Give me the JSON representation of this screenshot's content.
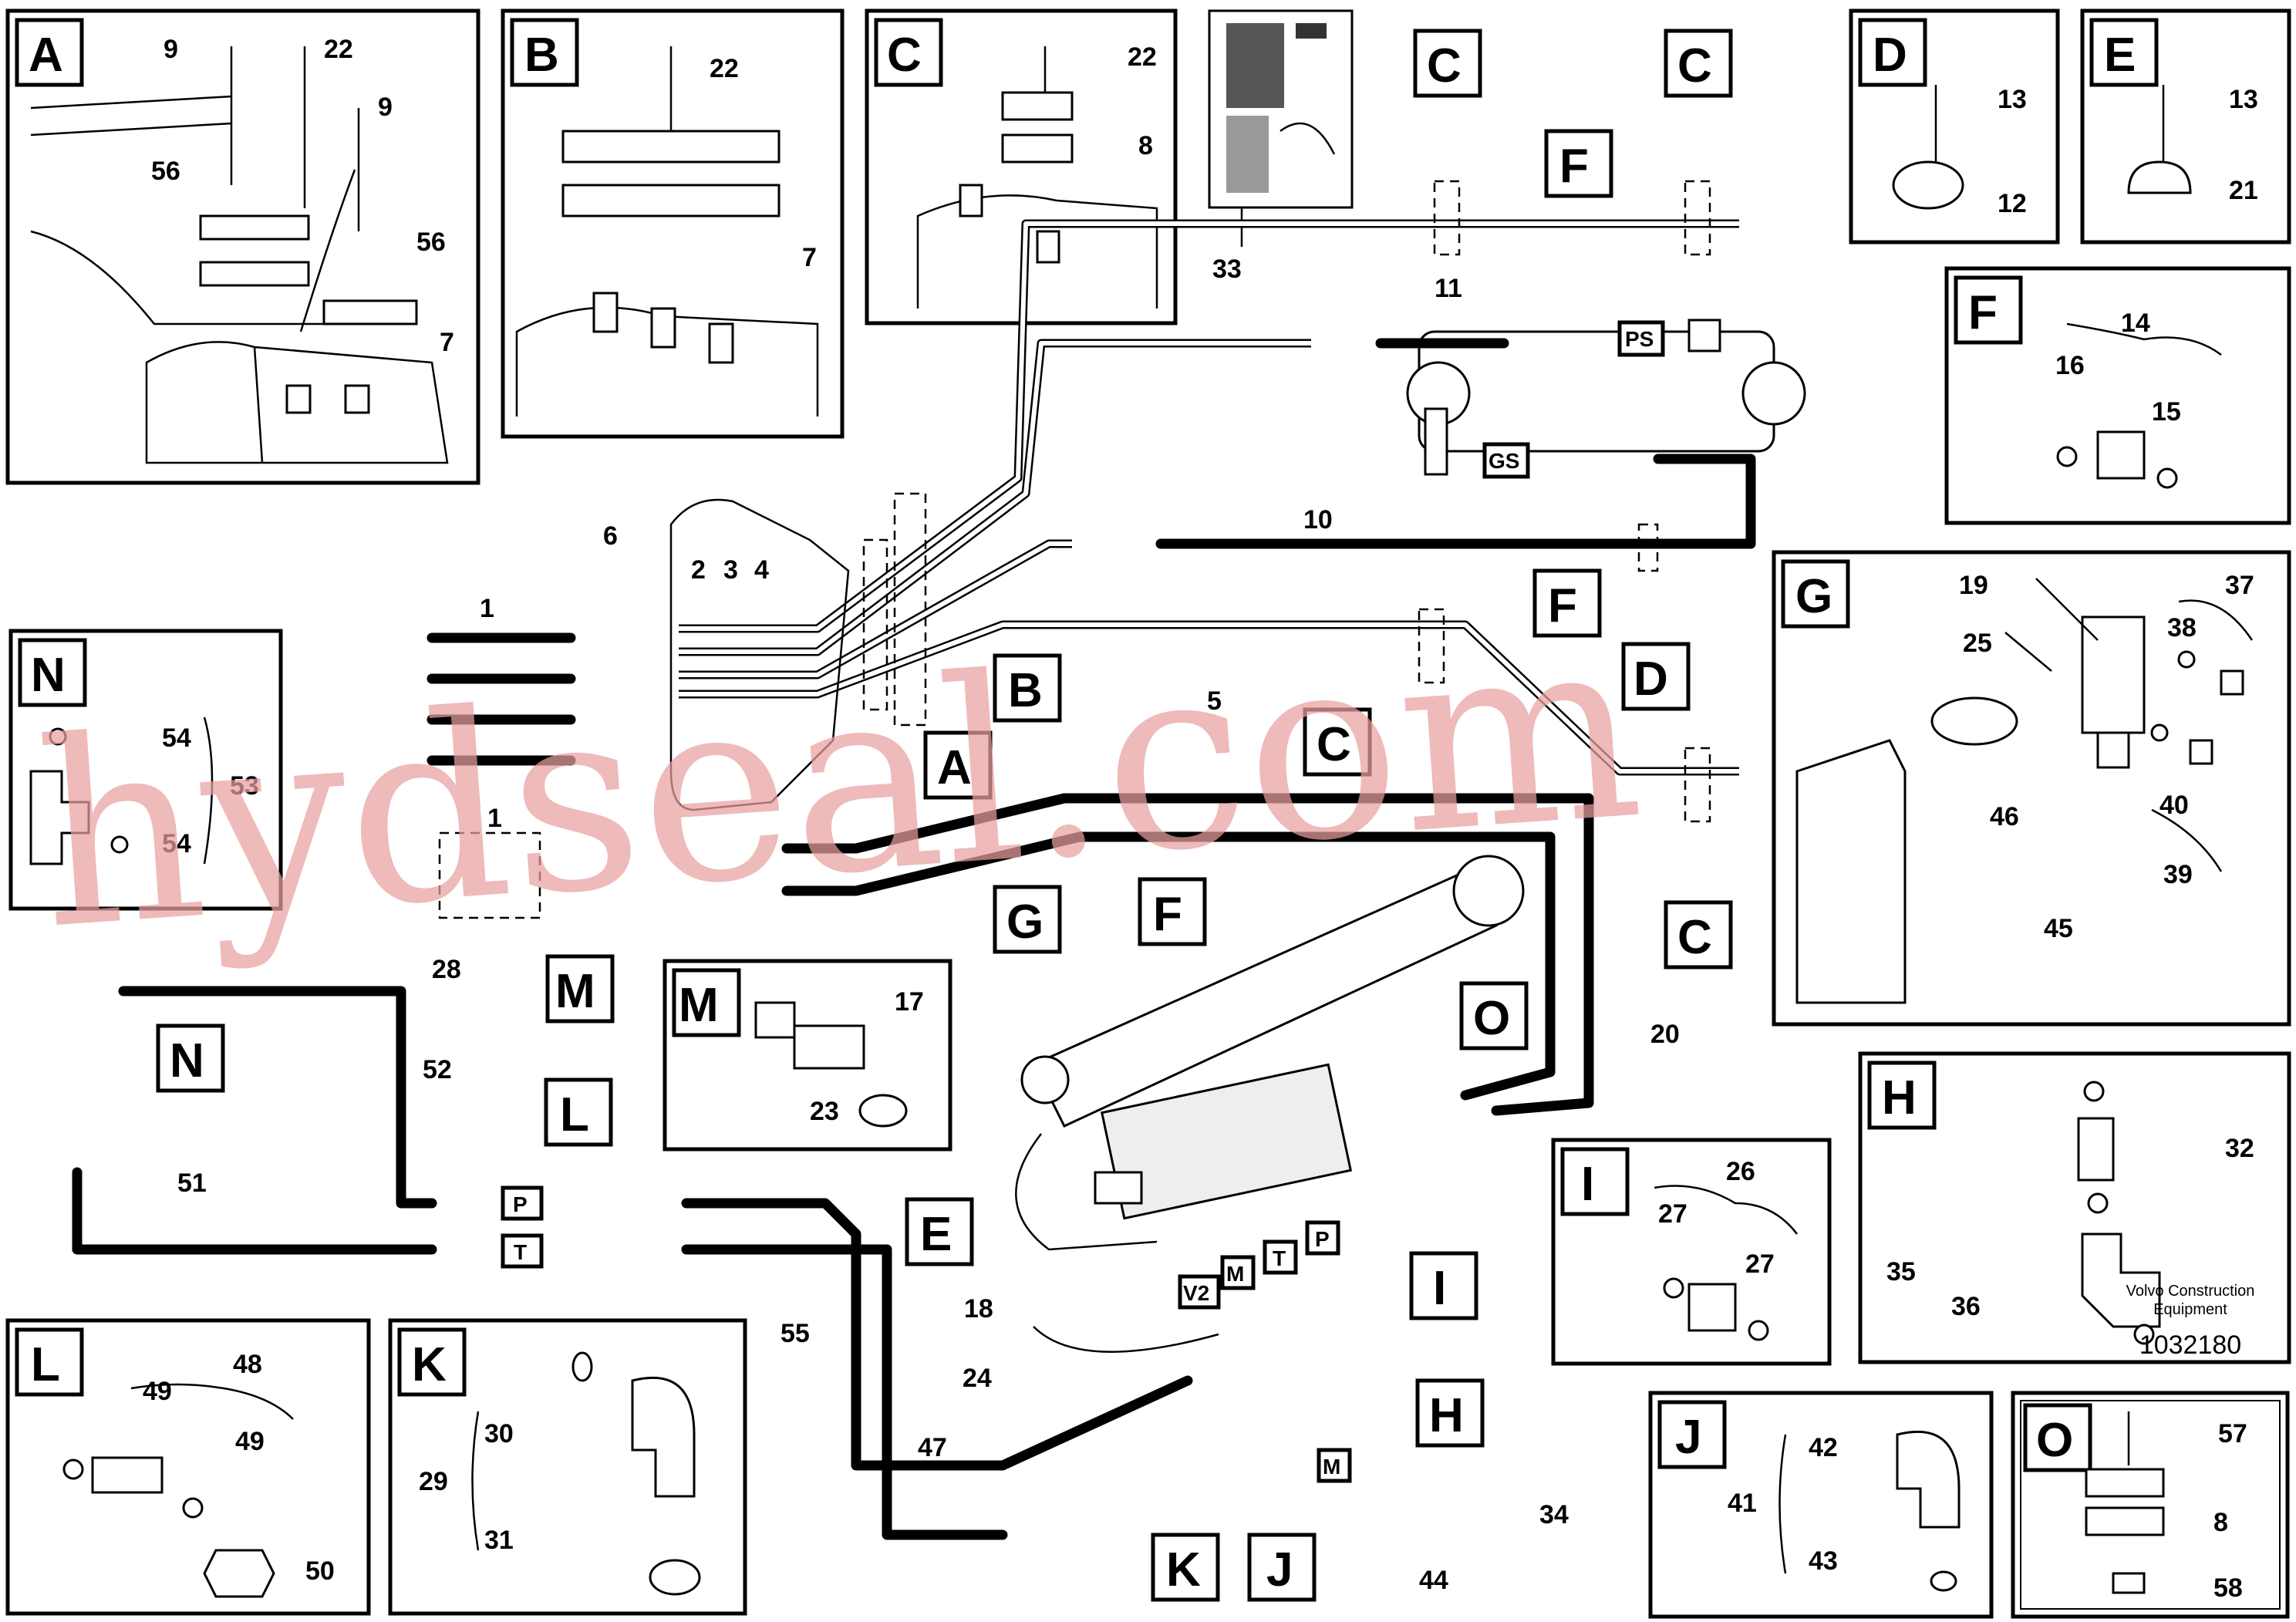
{
  "callouts": {
    "A": "A",
    "B": "B",
    "C": "C",
    "D": "D",
    "E": "E",
    "F": "F",
    "G": "G",
    "H": "H",
    "I": "I",
    "J": "J",
    "K": "K",
    "L": "L",
    "M": "M",
    "N": "N",
    "O": "O"
  },
  "tags": {
    "ps": "PS",
    "gs": "GS",
    "p": "P",
    "t": "T",
    "v2": "V2",
    "m": "M"
  },
  "parts": {
    "p1": "1",
    "p2": "2",
    "p3": "3",
    "p4": "4",
    "p5": "5",
    "p6": "6",
    "p7": "7",
    "p8": "8",
    "p9": "9",
    "p10": "10",
    "p11": "11",
    "p12": "12",
    "p13": "13",
    "p14": "14",
    "p15": "15",
    "p16": "16",
    "p17": "17",
    "p18": "18",
    "p19": "19",
    "p20": "20",
    "p21": "21",
    "p22": "22",
    "p23": "23",
    "p24": "24",
    "p25": "25",
    "p26": "26",
    "p27": "27",
    "p28": "28",
    "p29": "29",
    "p30": "30",
    "p31": "31",
    "p32": "32",
    "p33": "33",
    "p34": "34",
    "p35": "35",
    "p36": "36",
    "p37": "37",
    "p38": "38",
    "p39": "39",
    "p40": "40",
    "p41": "41",
    "p42": "42",
    "p43": "43",
    "p44": "44",
    "p45": "45",
    "p46": "46",
    "p47": "47",
    "p48": "48",
    "p49": "49",
    "p50": "50",
    "p51": "51",
    "p52": "52",
    "p53": "53",
    "p54": "54",
    "p55": "55",
    "p56": "56",
    "p57": "57",
    "p58": "58"
  },
  "brand": {
    "line1": "Volvo Construction",
    "line2": "Equipment"
  },
  "drawing_number": "1032180",
  "watermark": "hydseal.com"
}
